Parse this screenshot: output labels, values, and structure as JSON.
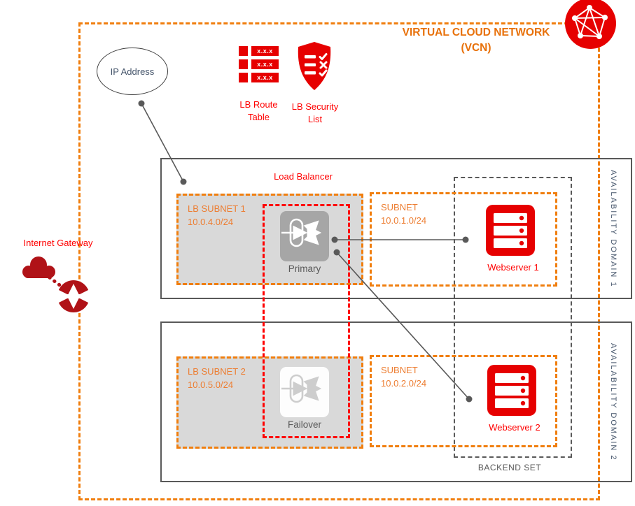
{
  "vcn": {
    "title_line1": "VIRTUAL CLOUD NETWORK",
    "title_line2": "(VCN)"
  },
  "ip_address": {
    "label": "IP Address"
  },
  "lb_route_table": {
    "label_line1": "LB Route",
    "label_line2": "Table",
    "rows": [
      "x.x.x",
      "x.x.x",
      "x.x.x"
    ]
  },
  "lb_security_list": {
    "label_line1": "LB Security",
    "label_line2": "List"
  },
  "internet_gateway": {
    "label": "Internet Gateway"
  },
  "availability_domain_1": {
    "label": "AVAILABILITY DOMAIN 1"
  },
  "availability_domain_2": {
    "label": "AVAILABILITY DOMAIN 2"
  },
  "load_balancer": {
    "title": "Load Balancer",
    "primary": {
      "label": "Primary"
    },
    "failover": {
      "label": "Failover"
    }
  },
  "lb_subnet_1": {
    "name": "LB SUBNET 1",
    "cidr": "10.0.4.0/24"
  },
  "lb_subnet_2": {
    "name": "LB SUBNET 2",
    "cidr": "10.0.5.0/24"
  },
  "subnet_1": {
    "name": "SUBNET",
    "cidr": "10.0.1.0/24"
  },
  "subnet_2": {
    "name": "SUBNET",
    "cidr": "10.0.2.0/24"
  },
  "webserver_1": {
    "label": "Webserver 1"
  },
  "webserver_2": {
    "label": "Webserver 2"
  },
  "backend_set": {
    "label": "BACKEND SET"
  },
  "colors": {
    "vcn_orange": "#F07E0E",
    "orange_text": "#ED7D31",
    "red_label": "#FF0000",
    "red_icon": "#E60000",
    "dark_red": "#B01217",
    "gray_border": "#595959",
    "subnet_fill": "#D9D9D9",
    "lb_icon_gray": "#A6A6A6"
  }
}
